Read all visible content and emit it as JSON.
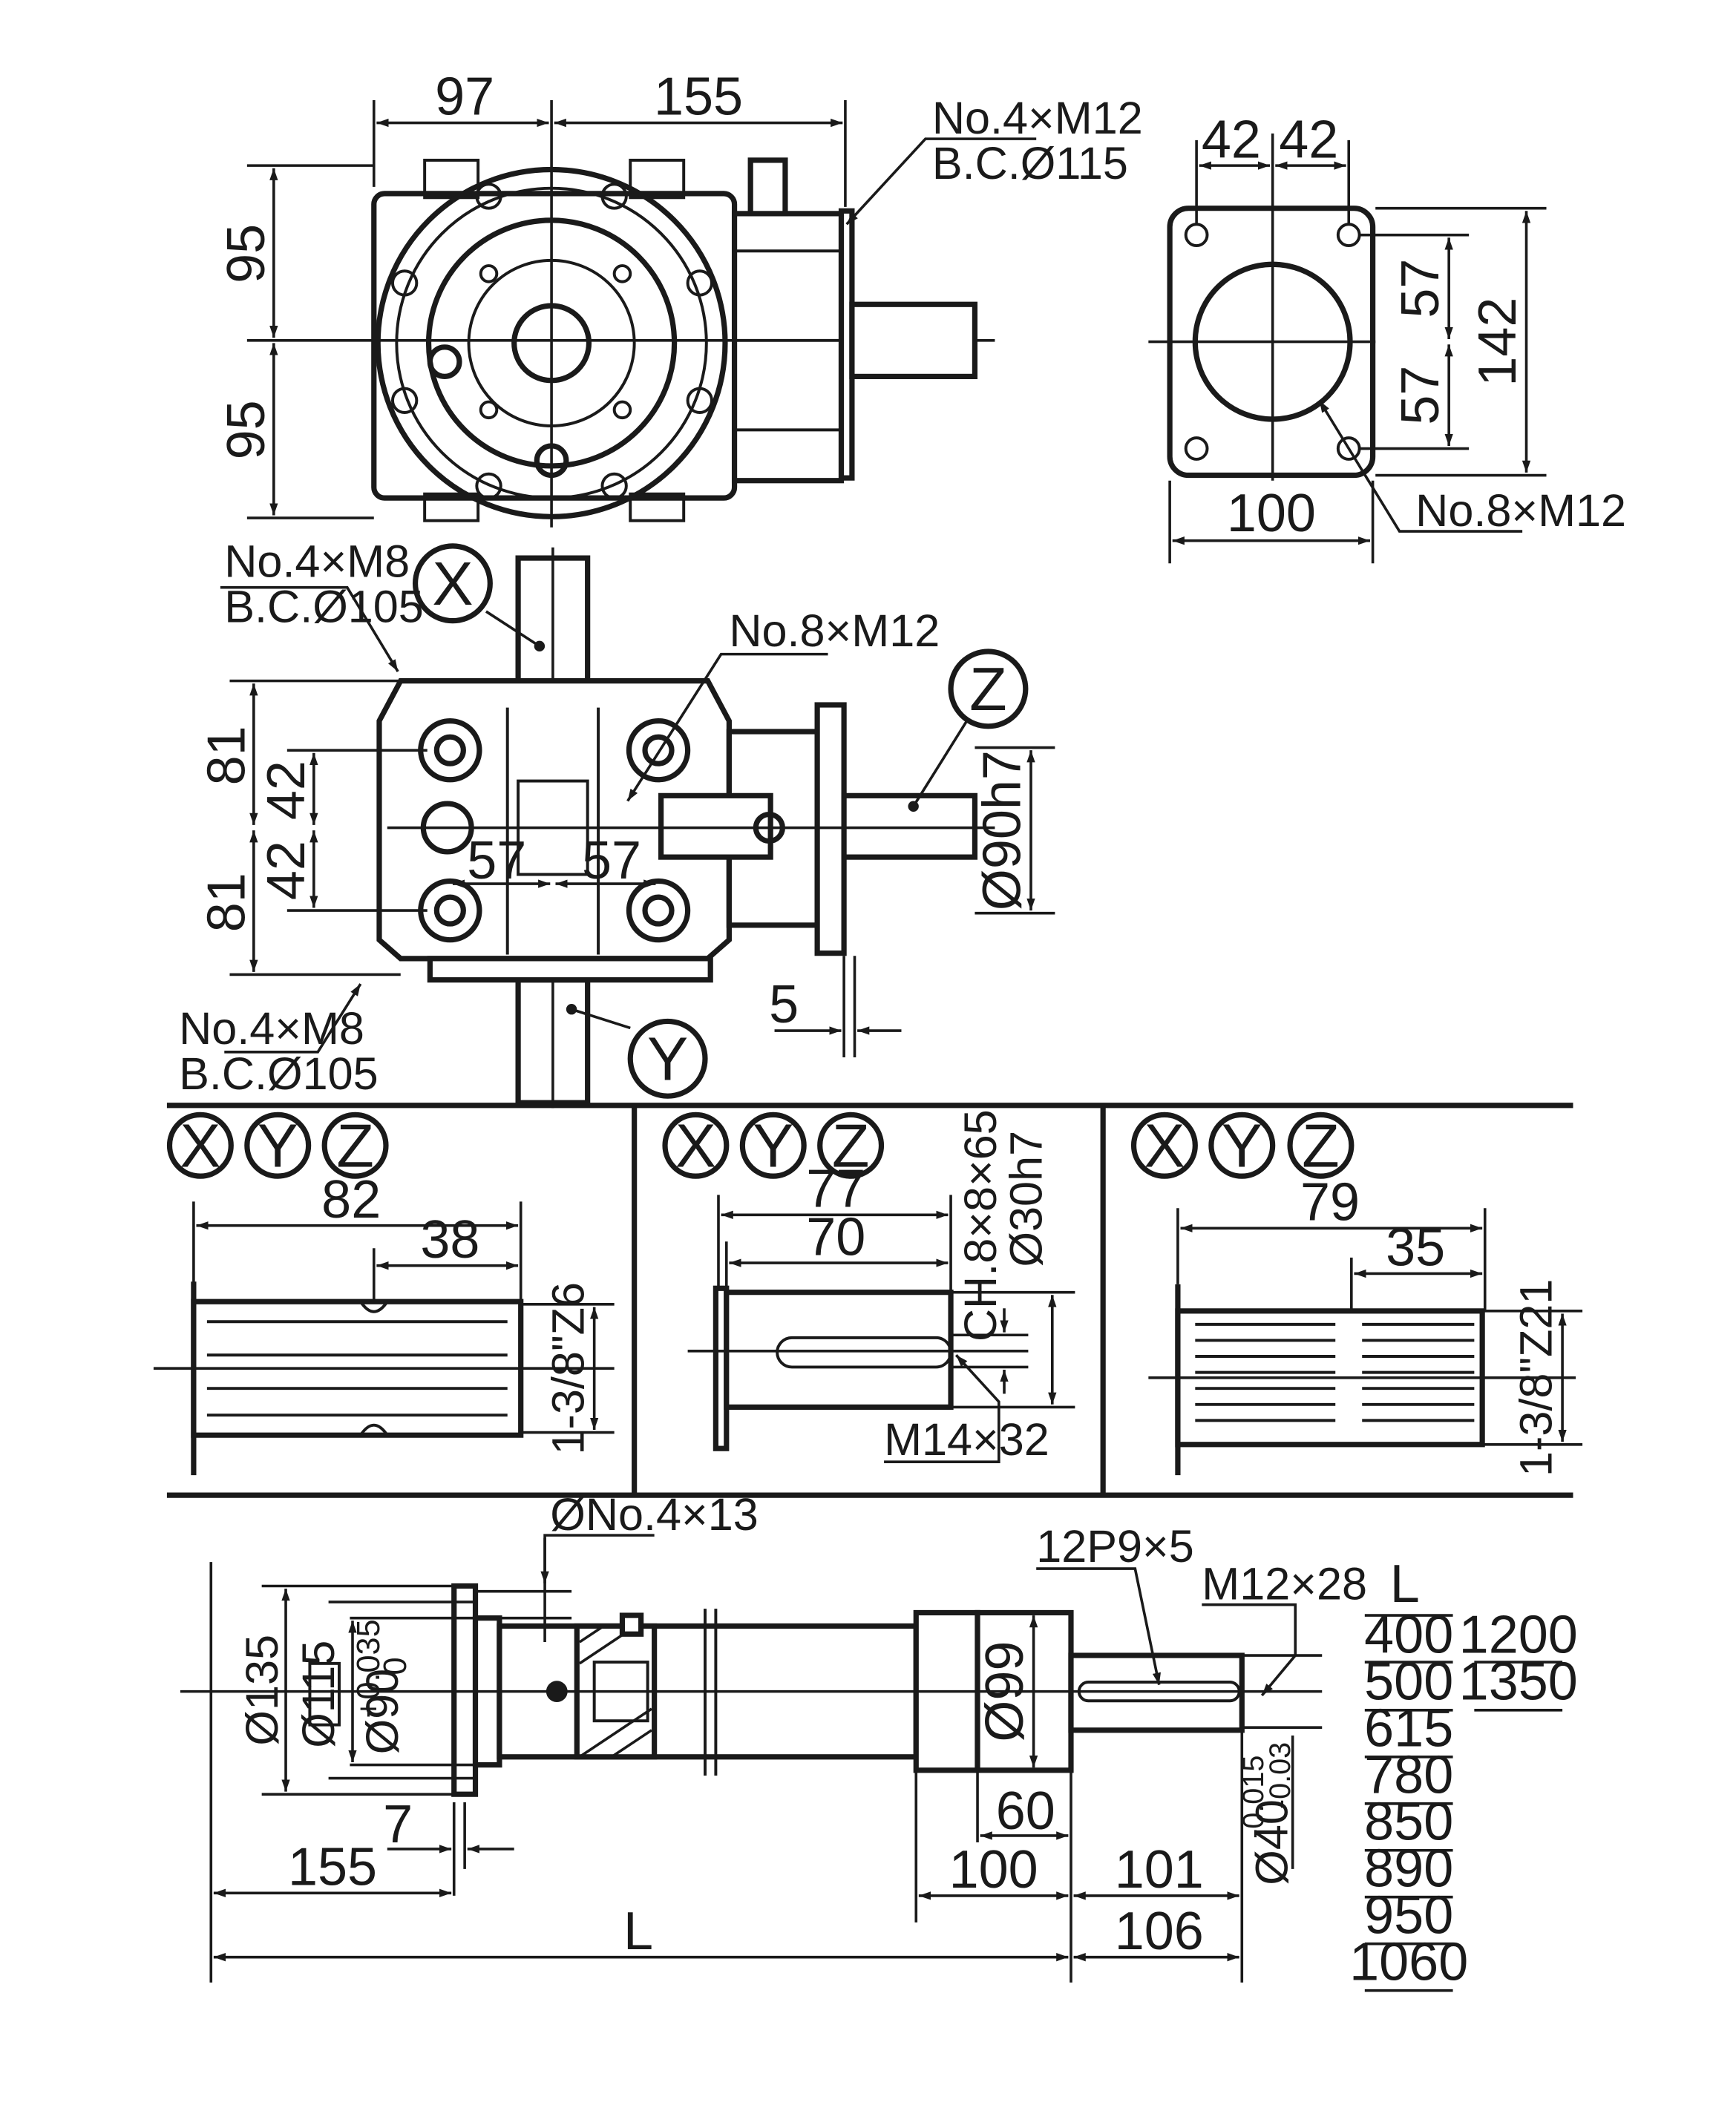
{
  "top_view": {
    "dim_left": "97",
    "dim_right": "155",
    "dim_upper": "95",
    "dim_lower": "95",
    "flange_holes": "No.4×M12",
    "flange_bc": "B.C.Ø115"
  },
  "flange_view": {
    "dim_a": "42",
    "dim_b": "42",
    "dim_upper": "57",
    "dim_lower": "57",
    "dim_height": "142",
    "dim_width": "100",
    "holes": "No.8×M12"
  },
  "front_view": {
    "top_holes": "No.4×M8",
    "top_bc": "B.C.Ø105",
    "side_holes": "No.8×M12",
    "dim_81_upper": "81",
    "dim_42_upper": "42",
    "dim_42_lower": "42",
    "dim_81_lower": "81",
    "dim_57_left": "57",
    "dim_57_right": "57",
    "shaft_dia": "Ø90h7",
    "flange_gap": "5",
    "bottom_holes": "No.4×M8",
    "bottom_bc": "B.C.Ø105",
    "label_x": "X",
    "label_y": "Y",
    "label_z": "Z"
  },
  "variant_1": {
    "labels": [
      "X",
      "Y",
      "Z"
    ],
    "length": "82",
    "spline_length": "38",
    "spline_spec": "1-3/8\"Z6"
  },
  "variant_2": {
    "labels": [
      "X",
      "Y",
      "Z"
    ],
    "length": "77",
    "key_length": "70",
    "key_spec": "CH.8×8×65",
    "shaft_dia": "Ø30h7",
    "thread": "M14×32"
  },
  "variant_3": {
    "labels": [
      "X",
      "Y",
      "Z"
    ],
    "length": "79",
    "spline_length": "35",
    "spline_spec": "1-3/8\"Z21"
  },
  "side_view": {
    "holes": "ØNo.4×13",
    "dia_135": "Ø135",
    "dia_115": "Ø115",
    "dia_90": "Ø90",
    "dia_90_tol_upper": "+0.035",
    "dia_90_tol_lower": "0",
    "dim_7": "7",
    "dim_155": "155",
    "dim_L": "L",
    "key": "12P9×5",
    "thread": "M12×28",
    "dia_99": "Ø99",
    "dim_60": "60",
    "dim_100": "100",
    "dim_101": "101",
    "dim_106": "106",
    "shaft_dia": "Ø40",
    "shaft_tol_upper": "-0.015",
    "shaft_tol_lower": "-0.03"
  },
  "length_table": {
    "header": "L",
    "col1": [
      "400",
      "500",
      "615",
      "780",
      "850",
      "890",
      "950",
      "1060"
    ],
    "col2": [
      "1200",
      "1350"
    ]
  }
}
